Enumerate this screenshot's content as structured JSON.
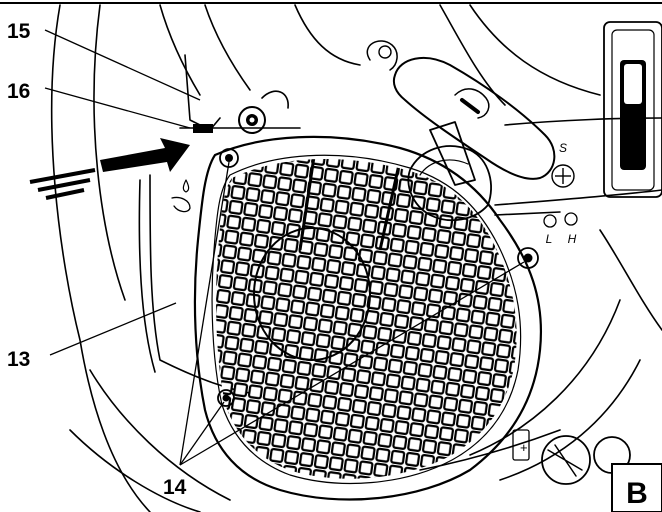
{
  "callouts": {
    "c15": "15",
    "c16": "16",
    "c13": "13",
    "c14": "14"
  },
  "markings": {
    "s": "S",
    "l": "L",
    "h": "H"
  },
  "figure_tag": "B",
  "colors": {
    "line": "#000000",
    "background": "#ffffff",
    "shade": "#d8d8d8"
  }
}
